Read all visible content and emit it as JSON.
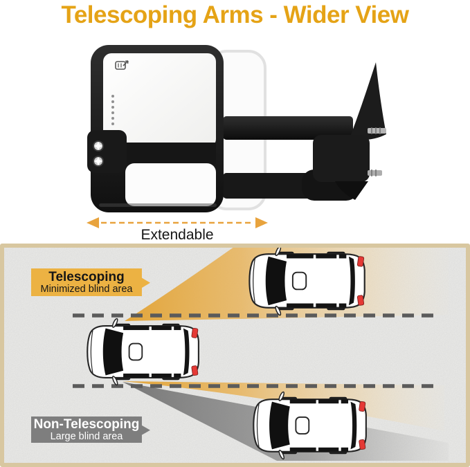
{
  "title": {
    "text": "Telescoping Arms - Wider View"
  },
  "mirror_section": {
    "arrow_label": "Extendable",
    "icons": [
      "heated-mirror-icon",
      "led-indicator-dots",
      "turn-signal-lamps"
    ]
  },
  "diagram": {
    "telescoping_badge": {
      "title": "Telescoping",
      "subtitle": "Minimized blind area"
    },
    "non_telescoping_badge": {
      "title": "Non-Telescoping",
      "subtitle": "Large blind area"
    },
    "cars": [
      "top-lane-car",
      "middle-lane-towing-car",
      "bottom-lane-car"
    ],
    "lane_dividers": 2
  },
  "colors": {
    "title_text": "#E5A316",
    "badge_yellow": "#ECB243",
    "beam_yellow": "#E2A232",
    "badge_gray": "#7E7E7E",
    "beam_gray": "#6E6E6E",
    "panel_border": "#D8C7A0",
    "panel_background": "#EBEBE9",
    "arrow_orange": "#E8A33D",
    "lane_dash": "#5B5B5B",
    "taillight_red": "#E53935"
  }
}
